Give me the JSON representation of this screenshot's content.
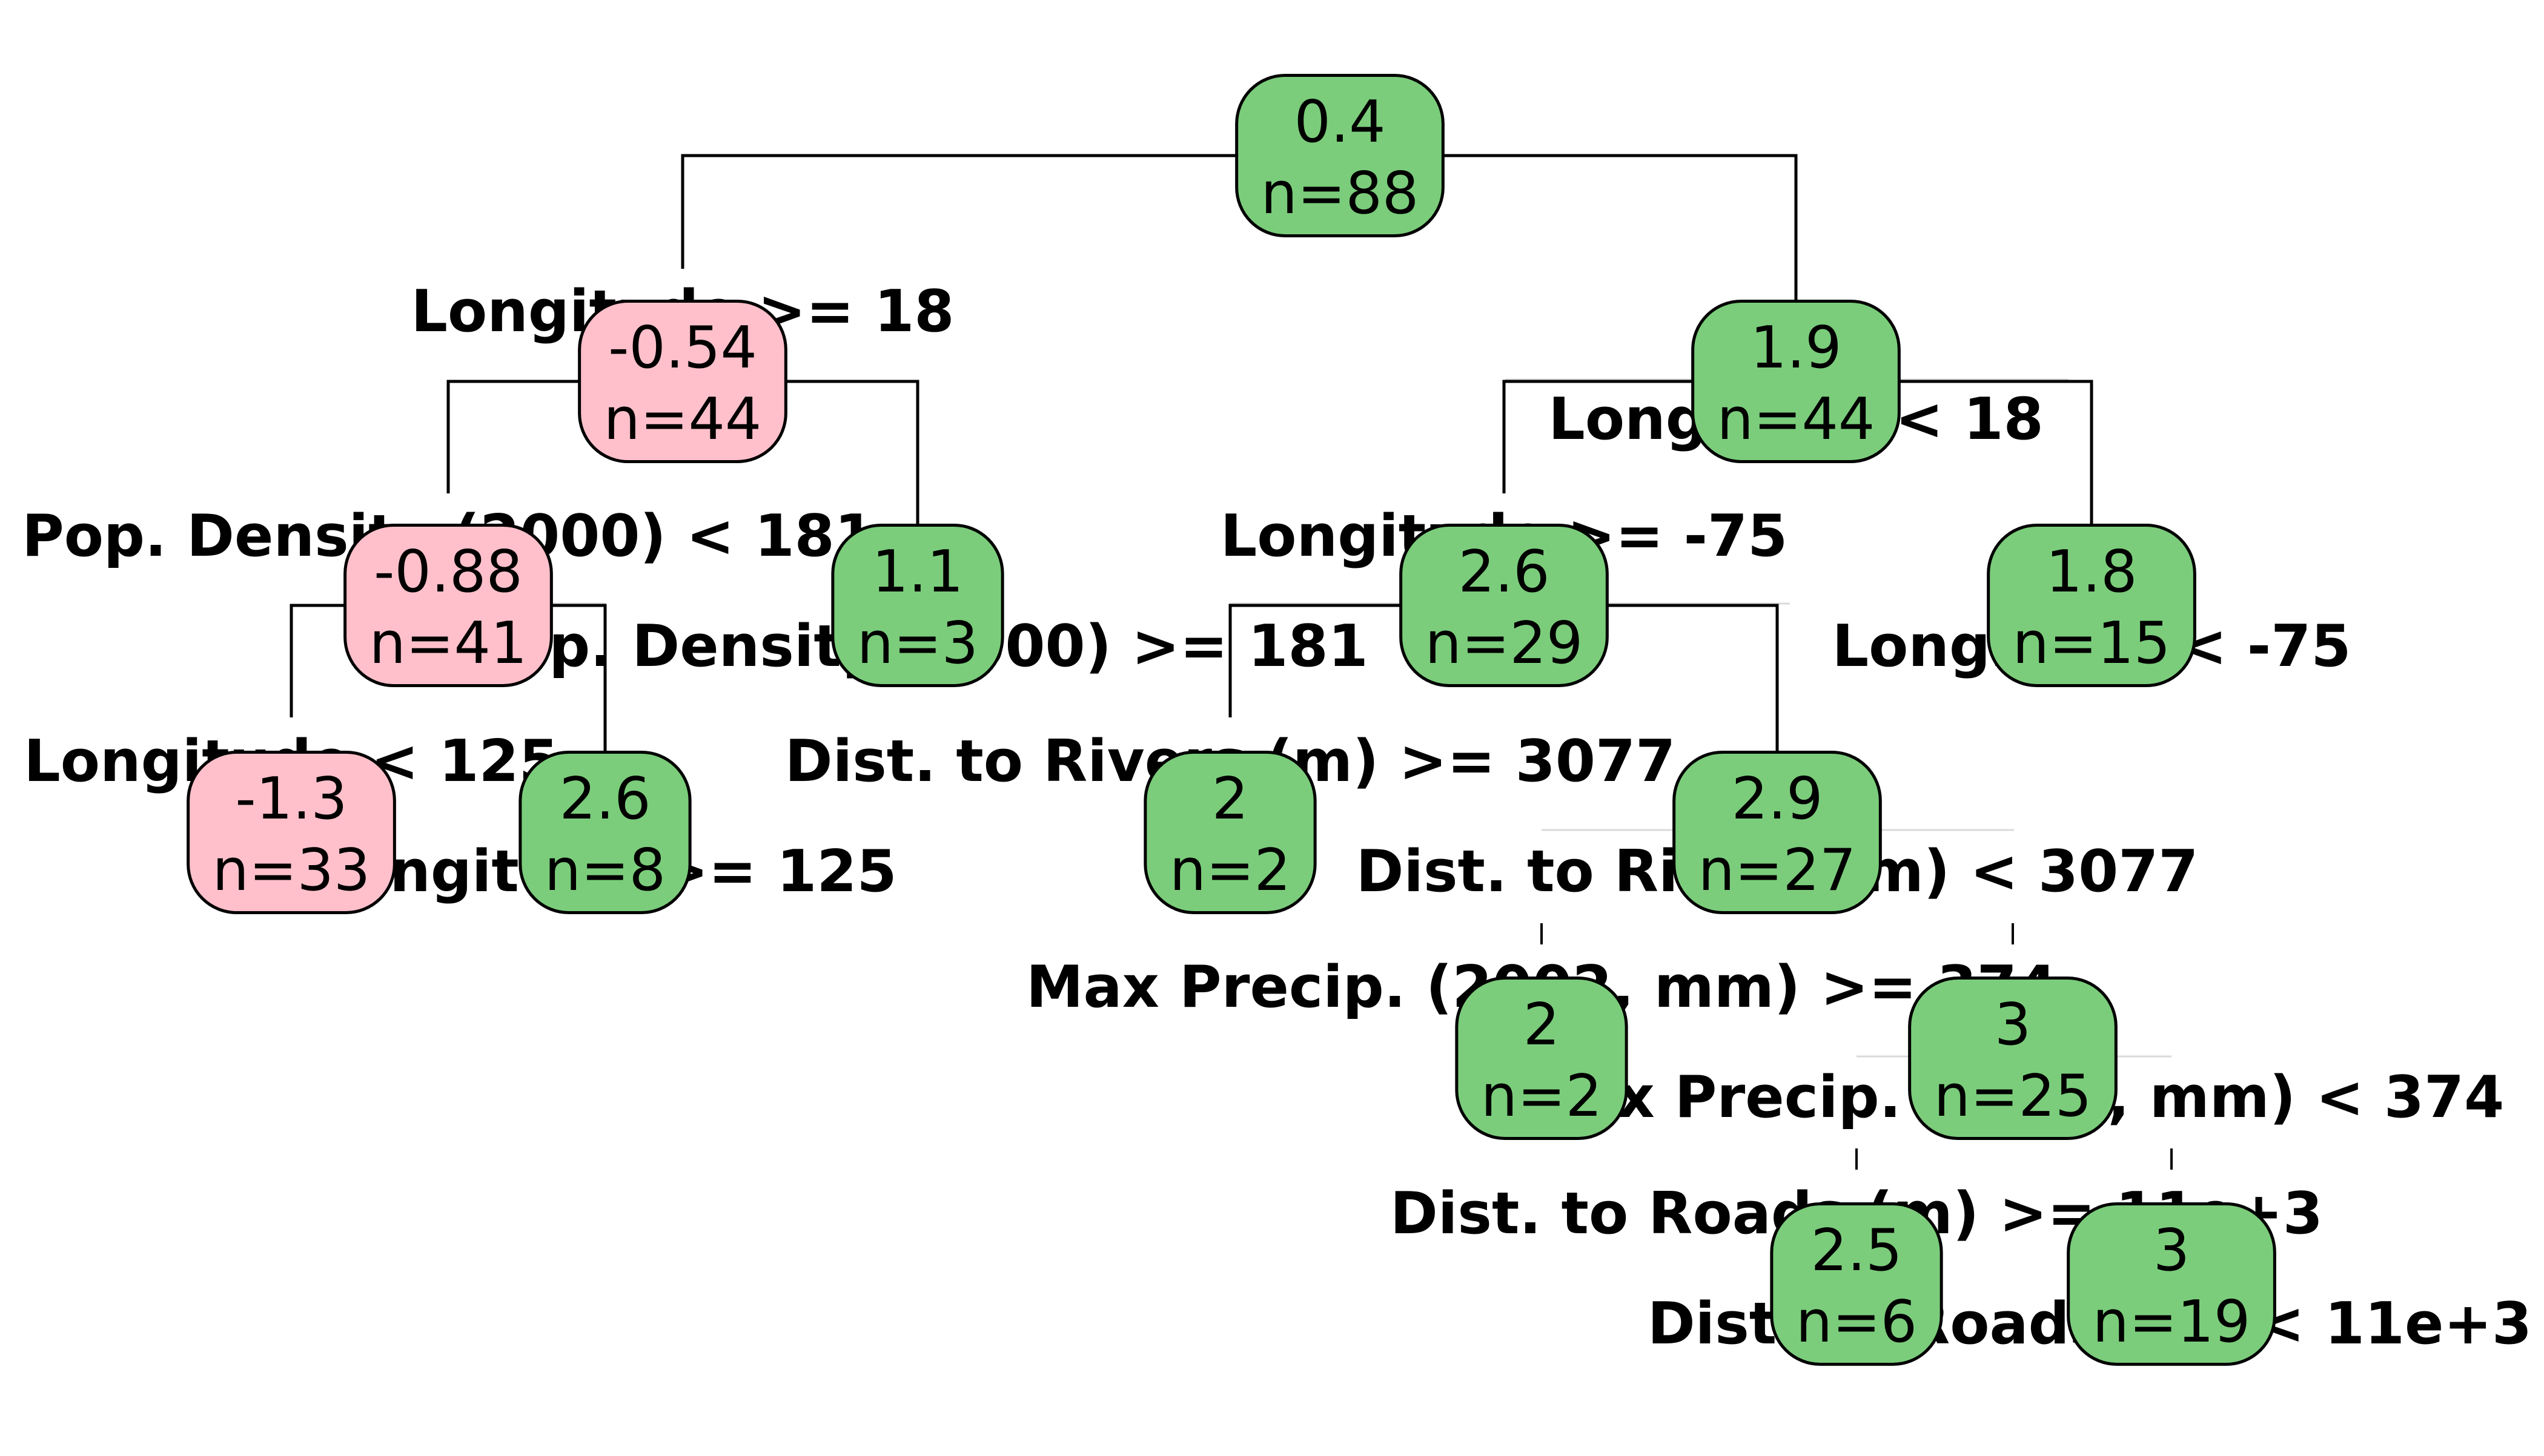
{
  "colors": {
    "positive_node": "#7bcd7b",
    "negative_node": "#ffc0cb",
    "edge": "#000000"
  },
  "tree": {
    "nodes": [
      {
        "id": "n0",
        "value": "0.4",
        "count": "n=88",
        "sign": "positive"
      },
      {
        "id": "n1",
        "value": "-0.54",
        "count": "n=44",
        "sign": "negative"
      },
      {
        "id": "n2",
        "value": "1.9",
        "count": "n=44",
        "sign": "positive"
      },
      {
        "id": "n3",
        "value": "-0.88",
        "count": "n=41",
        "sign": "negative"
      },
      {
        "id": "n4",
        "value": "1.1",
        "count": "n=3",
        "sign": "positive"
      },
      {
        "id": "n5",
        "value": "2.6",
        "count": "n=29",
        "sign": "positive"
      },
      {
        "id": "n6",
        "value": "1.8",
        "count": "n=15",
        "sign": "positive"
      },
      {
        "id": "n7",
        "value": "-1.3",
        "count": "n=33",
        "sign": "negative"
      },
      {
        "id": "n8",
        "value": "2.6",
        "count": "n=8",
        "sign": "positive"
      },
      {
        "id": "n9",
        "value": "2",
        "count": "n=2",
        "sign": "positive"
      },
      {
        "id": "n10",
        "value": "2.9",
        "count": "n=27",
        "sign": "positive"
      },
      {
        "id": "n11",
        "value": "2",
        "count": "n=2",
        "sign": "positive"
      },
      {
        "id": "n12",
        "value": "3",
        "count": "n=25",
        "sign": "positive"
      },
      {
        "id": "n13",
        "value": "2.5",
        "count": "n=6",
        "sign": "positive"
      },
      {
        "id": "n14",
        "value": "3",
        "count": "n=19",
        "sign": "positive"
      }
    ],
    "splits": [
      {
        "id": "s1",
        "text": "Longitude >= 18"
      },
      {
        "id": "s2",
        "text": "Longitude < 18"
      },
      {
        "id": "s3",
        "text": "Pop. Density (2000) < 181"
      },
      {
        "id": "s4",
        "text": "Pop. Density (2000) >= 181"
      },
      {
        "id": "s5",
        "text": "Longitude >= -75"
      },
      {
        "id": "s6",
        "text": "Longitude < -75"
      },
      {
        "id": "s7",
        "text": "Longitude < 125"
      },
      {
        "id": "s8",
        "text": "Longitude >= 125"
      },
      {
        "id": "s9",
        "text": "Dist. to Rivers (m) >= 3077"
      },
      {
        "id": "s10",
        "text": "Dist. to Rivers (m) < 3077"
      },
      {
        "id": "s11",
        "text": "Max Precip. (2002, mm) >= 374"
      },
      {
        "id": "s12",
        "text": "Max Precip. (2002, mm) < 374"
      },
      {
        "id": "s13",
        "text": "Dist. to Roads (m) >= 11e+3"
      },
      {
        "id": "s14",
        "text": "Dist. to Roads (m) < 11e+3"
      }
    ]
  }
}
